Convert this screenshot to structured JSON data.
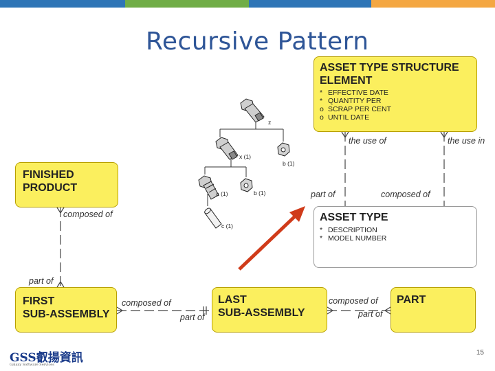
{
  "slide": {
    "title": "Recursive Pattern",
    "page_number": "15",
    "logo_text": "GSS叡揚資訊",
    "logo_subtext": "Galaxy Software Services",
    "top_bar_colors": [
      "#2e75b6",
      "#70ad47",
      "#2e75b6",
      "#f4a742"
    ]
  },
  "colors": {
    "entity_fill": "#fbef5e",
    "entity_fill_white": "#ffffff",
    "arrow": "#d03b1a",
    "title": "#2e5597"
  },
  "entities": {
    "structure_element": {
      "name_line1": "ASSET TYPE STRUCTURE",
      "name_line2": "ELEMENT",
      "attributes": [
        {
          "marker": "*",
          "text": "EFFECTIVE DATE"
        },
        {
          "marker": "*",
          "text": "QUANTITY PER"
        },
        {
          "marker": "o",
          "text": "SCRAP PER CENT"
        },
        {
          "marker": "o",
          "text": "UNTIL DATE"
        }
      ]
    },
    "asset_type": {
      "name": "ASSET TYPE",
      "attributes": [
        {
          "marker": "*",
          "text": "DESCRIPTION"
        },
        {
          "marker": "*",
          "text": "MODEL NUMBER"
        }
      ]
    },
    "finished_product": {
      "name_line1": "FINISHED",
      "name_line2": "PRODUCT"
    },
    "first_sub_assembly": {
      "name_line1": "FIRST",
      "name_line2": "SUB-ASSEMBLY"
    },
    "last_sub_assembly": {
      "name_line1": "LAST",
      "name_line2": "SUB-ASSEMBLY"
    },
    "part": {
      "name": "PART"
    }
  },
  "relationship_labels": {
    "the_use_of": "the use of",
    "the_use_in": "the use in",
    "part_of_top": "part of",
    "composed_of_top": "composed of",
    "composed_of_fp": "composed of",
    "part_of_fp": "part of",
    "composed_of_first": "composed of",
    "part_of_last": "part of",
    "composed_of_part": "composed of",
    "part_of_part": "part of"
  },
  "tree_labels": {
    "z": "z",
    "x1": "x (1)",
    "b1_top": "b (1)",
    "a1": "a (1)",
    "b1_bottom": "b (1)",
    "c1": "c (1)"
  }
}
